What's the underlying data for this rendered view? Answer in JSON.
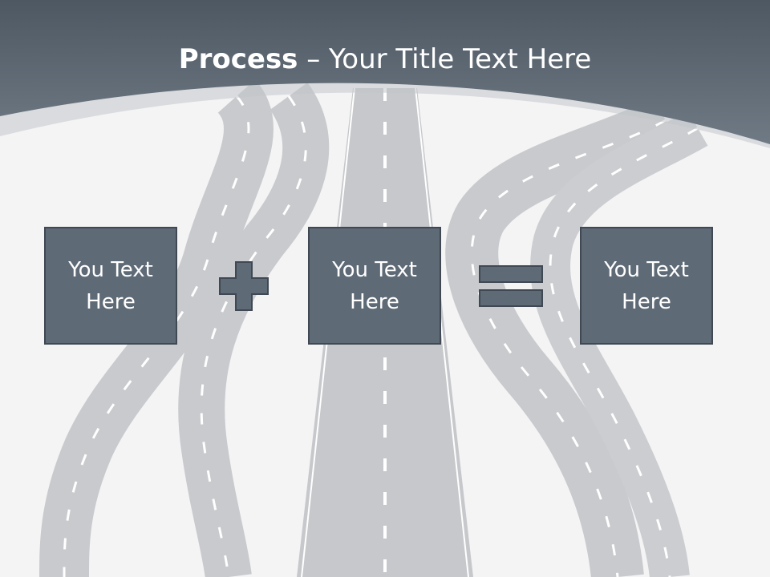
{
  "slide": {
    "title_bold": "Process",
    "title_rest": " – Your Title Text Here",
    "boxes": [
      {
        "label": "You Text Here"
      },
      {
        "label": "You Text Here"
      },
      {
        "label": "You Text Here"
      }
    ],
    "operators": [
      "plus-icon",
      "equals-icon"
    ],
    "colors": {
      "header": "#5d6874",
      "box_fill": "#5f6a77",
      "box_border": "#3f4853",
      "road": "#c9cbce",
      "background": "#f4f4f5"
    }
  }
}
